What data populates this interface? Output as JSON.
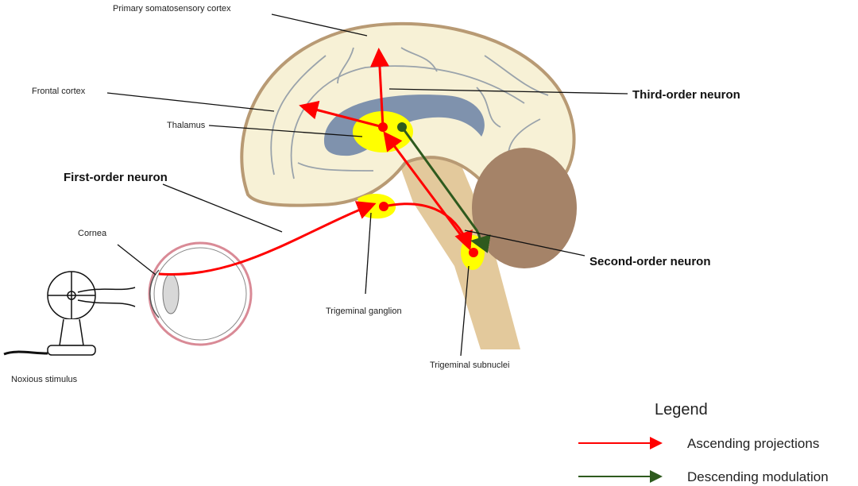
{
  "labels": {
    "primary_somatosensory": "Primary somatosensory cortex",
    "frontal_cortex": "Frontal cortex",
    "thalamus": "Thalamus",
    "third_order": "Third-order  neuron",
    "first_order": "First-order  neuron",
    "cornea": "Cornea",
    "second_order": "Second-order  neuron",
    "trigeminal_ganglion": "Trigeminal ganglion",
    "trigeminal_subnuclei": "Trigeminal subnuclei",
    "noxious_stimulus": "Noxious stimulus"
  },
  "legend": {
    "title": "Legend",
    "items": [
      {
        "label": "Ascending projections",
        "color": "#ff0000"
      },
      {
        "label": "Descending modulation",
        "color": "#2e5a1e"
      }
    ]
  },
  "colors": {
    "cortex": "#f7f1d6",
    "cortex_outline": "#b89a74",
    "ventricle": "#7f92ad",
    "nucleus": "#ffff00",
    "brainstem": "#e3c99c",
    "cerebellum": "#a58368",
    "ascending": "#ff0000",
    "descending": "#2e5a1e"
  }
}
